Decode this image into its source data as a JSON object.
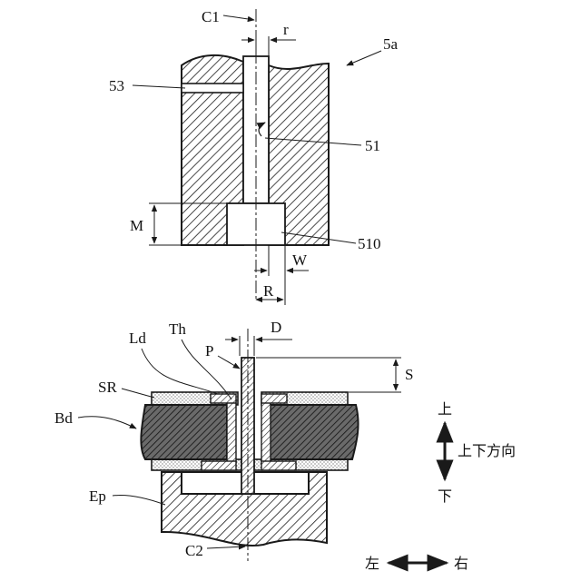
{
  "figure": {
    "ref_5a": "5a",
    "ref_53": "53",
    "ref_51": "51",
    "ref_510": "510",
    "dim_C1": "C1",
    "dim_r": "r",
    "dim_M": "M",
    "dim_W": "W",
    "dim_R": "R",
    "dim_D": "D",
    "dim_S": "S",
    "lbl_Ld": "Ld",
    "lbl_Th": "Th",
    "lbl_P": "P",
    "lbl_SR": "SR",
    "lbl_Bd": "Bd",
    "lbl_Ep": "Ep",
    "lbl_C2": "C2",
    "up": "上",
    "down": "下",
    "vertical_direction": "上下方向",
    "left": "左",
    "right": "右"
  },
  "colors": {
    "line": "#1a1a1a",
    "hatch": "#1a1a1a",
    "board": "#555555",
    "paper": "#ffffff"
  }
}
